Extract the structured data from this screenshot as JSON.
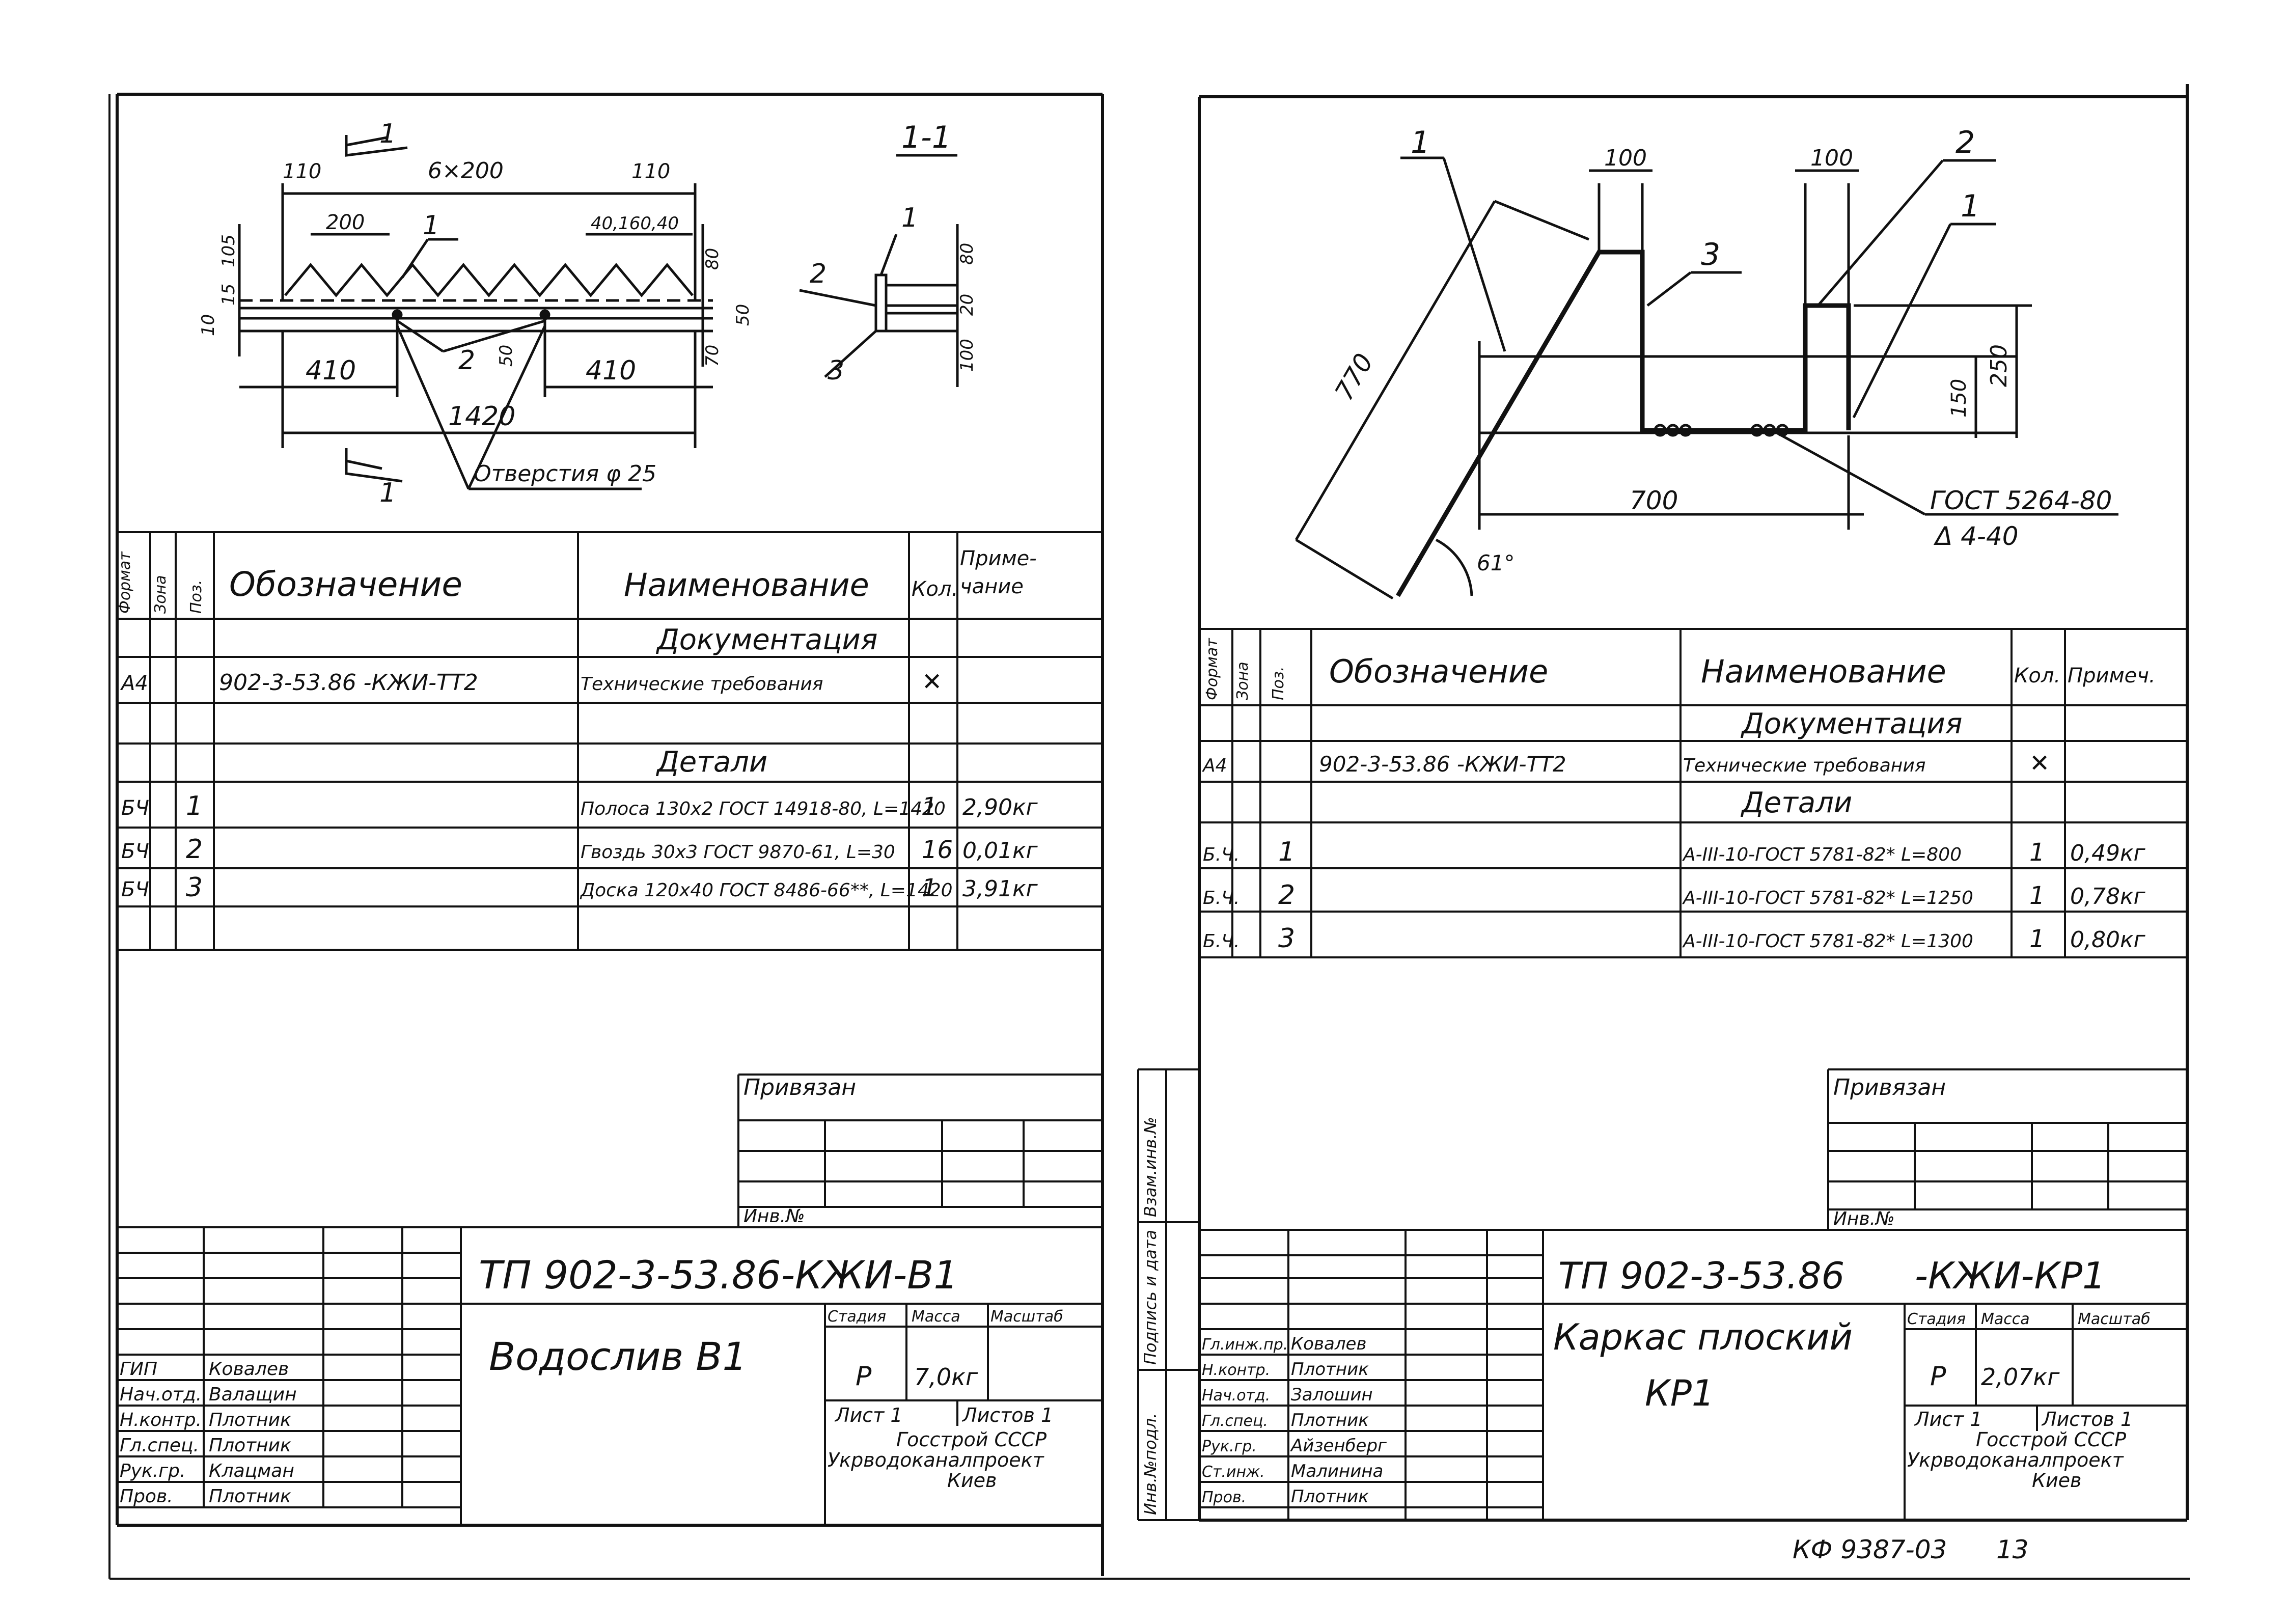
{
  "left_sheet": {
    "drawing": {
      "section_mark": "1",
      "section_title": "1-1",
      "dims": {
        "d110a": "110",
        "d6x200": "6×200",
        "d110b": "110",
        "d200": "200",
        "d40160": "40,160,40",
        "d105": "105",
        "d15": "15",
        "d10": "10",
        "d80": "80",
        "d50v": "50",
        "d70": "70",
        "d50h": "50",
        "d410a": "410",
        "d410b": "410",
        "d1420": "1420",
        "s80": "80",
        "s20": "20",
        "s100": "100"
      },
      "pos1": "1",
      "pos2": "2",
      "sec_pos1": "1",
      "sec_pos2": "2",
      "sec_pos3": "3",
      "hole_note": "Отверстия φ 25"
    },
    "spec": {
      "headers": [
        "Формат",
        "Зона",
        "Поз.",
        "Обозначение",
        "Наименование",
        "Кол.",
        "Приме-\nчание"
      ],
      "rows": [
        {
          "fmt": "",
          "zone": "",
          "pos": "",
          "code": "",
          "name": "Документация",
          "qty": "",
          "note": ""
        },
        {
          "fmt": "А4",
          "zone": "",
          "pos": "",
          "code": "902-3-53.86     -КЖИ-ТТ2",
          "name": "Технические требования",
          "qty": "✕",
          "note": ""
        },
        {
          "fmt": "",
          "zone": "",
          "pos": "",
          "code": "",
          "name": "",
          "qty": "",
          "note": ""
        },
        {
          "fmt": "",
          "zone": "",
          "pos": "",
          "code": "",
          "name": "Детали",
          "qty": "",
          "note": ""
        },
        {
          "fmt": "БЧ",
          "zone": "",
          "pos": "1",
          "code": "",
          "name": "Полоса 130х2 ГОСТ 14918-80, L=1420",
          "qty": "1",
          "note": "2,90кг"
        },
        {
          "fmt": "БЧ",
          "zone": "",
          "pos": "2",
          "code": "",
          "name": "Гвоздь 30х3 ГОСТ 9870-61, L=30",
          "qty": "16",
          "note": "0,01кг"
        },
        {
          "fmt": "БЧ",
          "zone": "",
          "pos": "3",
          "code": "",
          "name": "Доска 120х40 ГОСТ 8486-66**, L=1420",
          "qty": "1",
          "note": "3,91кг"
        },
        {
          "fmt": "",
          "zone": "",
          "pos": "",
          "code": "",
          "name": "",
          "qty": "",
          "note": ""
        }
      ]
    },
    "privyazan": "Привязан",
    "inv_no": "Инв.№",
    "title_block": {
      "doc_code": "ТП 902-3-53.86-КЖИ-В1",
      "title": "Водослив В1",
      "stage_label": "Стадия",
      "mass_label": "Масса",
      "scale_label": "Масштаб",
      "stage": "Р",
      "mass": "7,0кг",
      "scale": "",
      "sheet": "Лист 1",
      "sheets": "Листов 1",
      "org": [
        "Госстрой СССР",
        "Укрводоканалпроект",
        "Киев"
      ],
      "people": [
        {
          "role": "ГИП",
          "name": "Ковалев"
        },
        {
          "role": "Нач.отд.",
          "name": "Валащин"
        },
        {
          "role": "Н.контр.",
          "name": "Плотник"
        },
        {
          "role": "Гл.спец.",
          "name": "Плотник"
        },
        {
          "role": "Рук.гр.",
          "name": "Клацман"
        },
        {
          "role": "Пров.",
          "name": "Плотник"
        }
      ]
    }
  },
  "right_sheet": {
    "drawing": {
      "pos1a": "1",
      "pos3": "3",
      "pos2": "2",
      "pos1b": "1",
      "dims": {
        "d100a": "100",
        "d100b": "100",
        "d770": "770",
        "d150": "150",
        "d250": "250",
        "d700": "700",
        "angle": "61°"
      },
      "weld_gost": "ГОСТ 5264-80",
      "weld_type": "Δ 4-40"
    },
    "spec": {
      "headers": [
        "Формат",
        "Зона",
        "Поз.",
        "Обозначение",
        "Наименование",
        "Кол.",
        "Примеч."
      ],
      "rows": [
        {
          "fmt": "",
          "zone": "",
          "pos": "",
          "code": "",
          "name": "Документация",
          "qty": "",
          "note": ""
        },
        {
          "fmt": "А4",
          "zone": "",
          "pos": "",
          "code": "902-3-53.86     -КЖИ-ТТ2",
          "name": "Технические требования",
          "qty": "✕",
          "note": ""
        },
        {
          "fmt": "",
          "zone": "",
          "pos": "",
          "code": "",
          "name": "Детали",
          "qty": "",
          "note": ""
        },
        {
          "fmt": "Б.Ч.",
          "zone": "",
          "pos": "1",
          "code": "",
          "name": "А-III-10-ГОСТ 5781-82* L=800",
          "qty": "1",
          "note": "0,49кг"
        },
        {
          "fmt": "Б.Ч.",
          "zone": "",
          "pos": "2",
          "code": "",
          "name": "А-III-10-ГОСТ 5781-82* L=1250",
          "qty": "1",
          "note": "0,78кг"
        },
        {
          "fmt": "Б.Ч.",
          "zone": "",
          "pos": "3",
          "code": "",
          "name": "А-III-10-ГОСТ 5781-82* L=1300",
          "qty": "1",
          "note": "0,80кг"
        }
      ]
    },
    "privyazan": "Привязан",
    "inv_no": "Инв.№",
    "side_labels": [
      "Инв.№подл.",
      "Подпись и дата",
      "Взам.инв.№"
    ],
    "title_block": {
      "doc_code": "ТП 902-3-53.86",
      "doc_suffix": "-КЖИ-КР1",
      "title_line1": "Каркас плоский",
      "title_line2": "КР1",
      "stage_label": "Стадия",
      "mass_label": "Масса",
      "scale_label": "Масштаб",
      "stage": "Р",
      "mass": "2,07кг",
      "scale": "",
      "sheet": "Лист 1",
      "sheets": "Листов 1",
      "org": [
        "Госстрой СССР",
        "Укрводоканалпроект",
        "Киев"
      ],
      "people": [
        {
          "role": "Гл.инж.пр.",
          "name": "Ковалев"
        },
        {
          "role": "Н.контр.",
          "name": "Плотник"
        },
        {
          "role": "Нач.отд.",
          "name": "Залошин"
        },
        {
          "role": "Гл.спец.",
          "name": "Плотник"
        },
        {
          "role": "Рук.гр.",
          "name": "Айзенберг"
        },
        {
          "role": "Ст.инж.",
          "name": "Малинина"
        },
        {
          "role": "Пров.",
          "name": "Плотник"
        }
      ]
    }
  },
  "footer": {
    "code": "КФ 9387-03",
    "page": "13"
  }
}
